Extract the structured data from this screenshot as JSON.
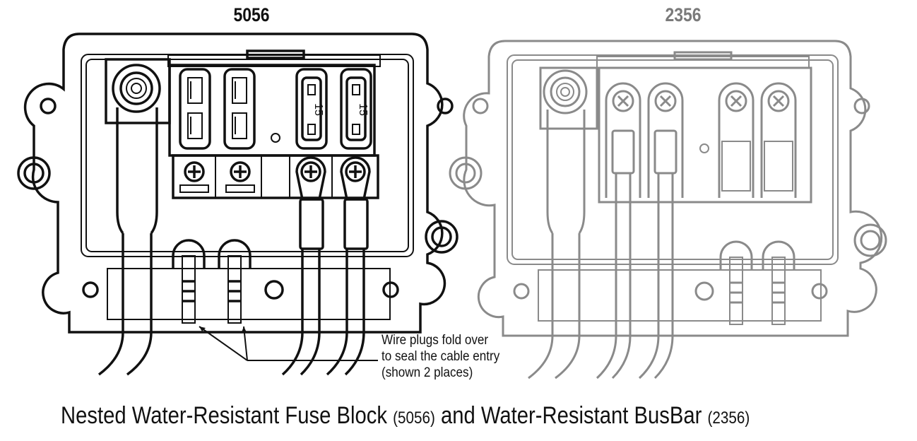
{
  "labels": {
    "left_model": "5056",
    "right_model": "2356"
  },
  "annotation": {
    "line1": "Wire plugs fold over",
    "line2": "to seal the cable entry",
    "line3": "(shown 2 places)"
  },
  "caption": {
    "part1": "Nested Water-Resistant Fuse Block",
    "part2": "(5056)",
    "part3": "and Water-Resistant BusBar",
    "part4": "(2356)"
  },
  "fuses": [
    {
      "rating": "15"
    },
    {
      "rating": "15"
    }
  ],
  "colors": {
    "ink": "#111111",
    "gray": "#8a8a8a"
  }
}
